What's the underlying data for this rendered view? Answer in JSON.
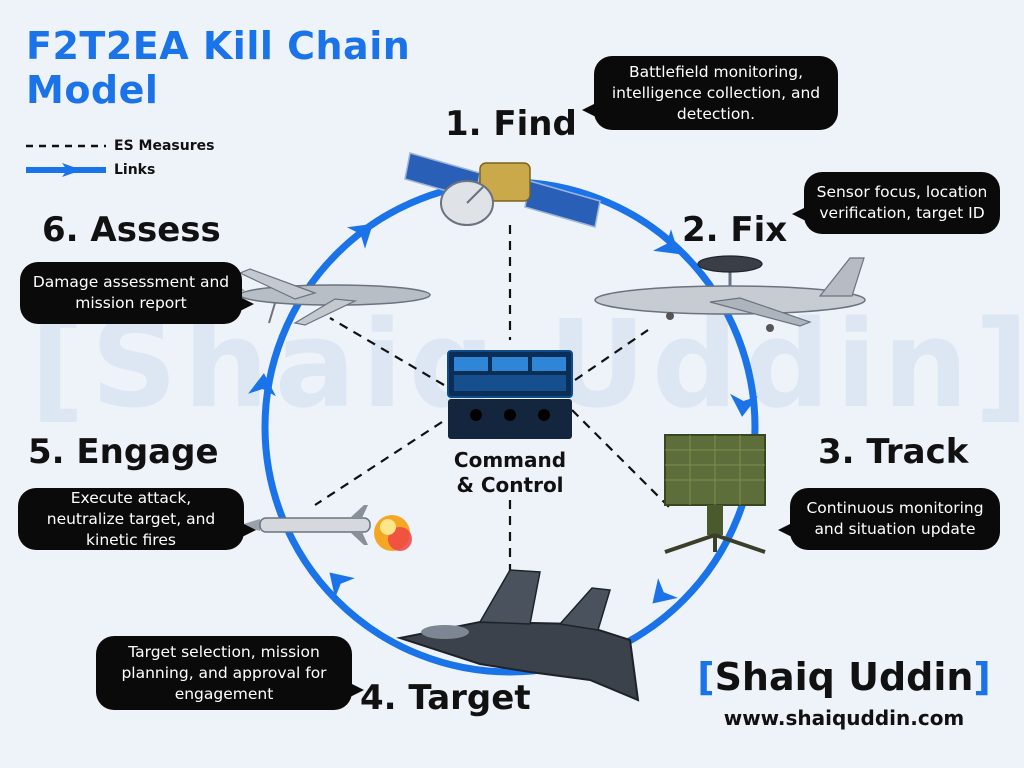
{
  "title": "F2T2EA Kill Chain Model",
  "legend": {
    "measures_label": "ES Measures",
    "links_label": "Links"
  },
  "watermark": "[Shaiq Uddin]",
  "center": {
    "line1": "Command",
    "line2": "& Control"
  },
  "steps": [
    {
      "label": "1. Find",
      "description": "Battlefield monitoring, intelligence collection, and detection.",
      "icon": "satellite-icon"
    },
    {
      "label": "2. Fix",
      "description": "Sensor focus, location verification, target ID",
      "icon": "awacs-aircraft-icon"
    },
    {
      "label": "3. Track",
      "description": "Continuous monitoring and situation update",
      "icon": "radar-icon"
    },
    {
      "label": "4. Target",
      "description": "Target selection, mission planning, and approval for engagement",
      "icon": "fighter-jet-icon"
    },
    {
      "label": "5. Engage",
      "description": "Execute attack, neutralize target, and kinetic fires",
      "icon": "missile-icon"
    },
    {
      "label": "6. Assess",
      "description": "Damage assessment and mission report",
      "icon": "drone-icon"
    }
  ],
  "brand": {
    "open_bracket": "[",
    "name": "Shaiq Uddin",
    "close_bracket": "]",
    "url": "www.shaiquddin.com"
  },
  "colors": {
    "accent": "#1a73e8",
    "bubble": "#0a0a0a",
    "background": "#eef3fa"
  }
}
